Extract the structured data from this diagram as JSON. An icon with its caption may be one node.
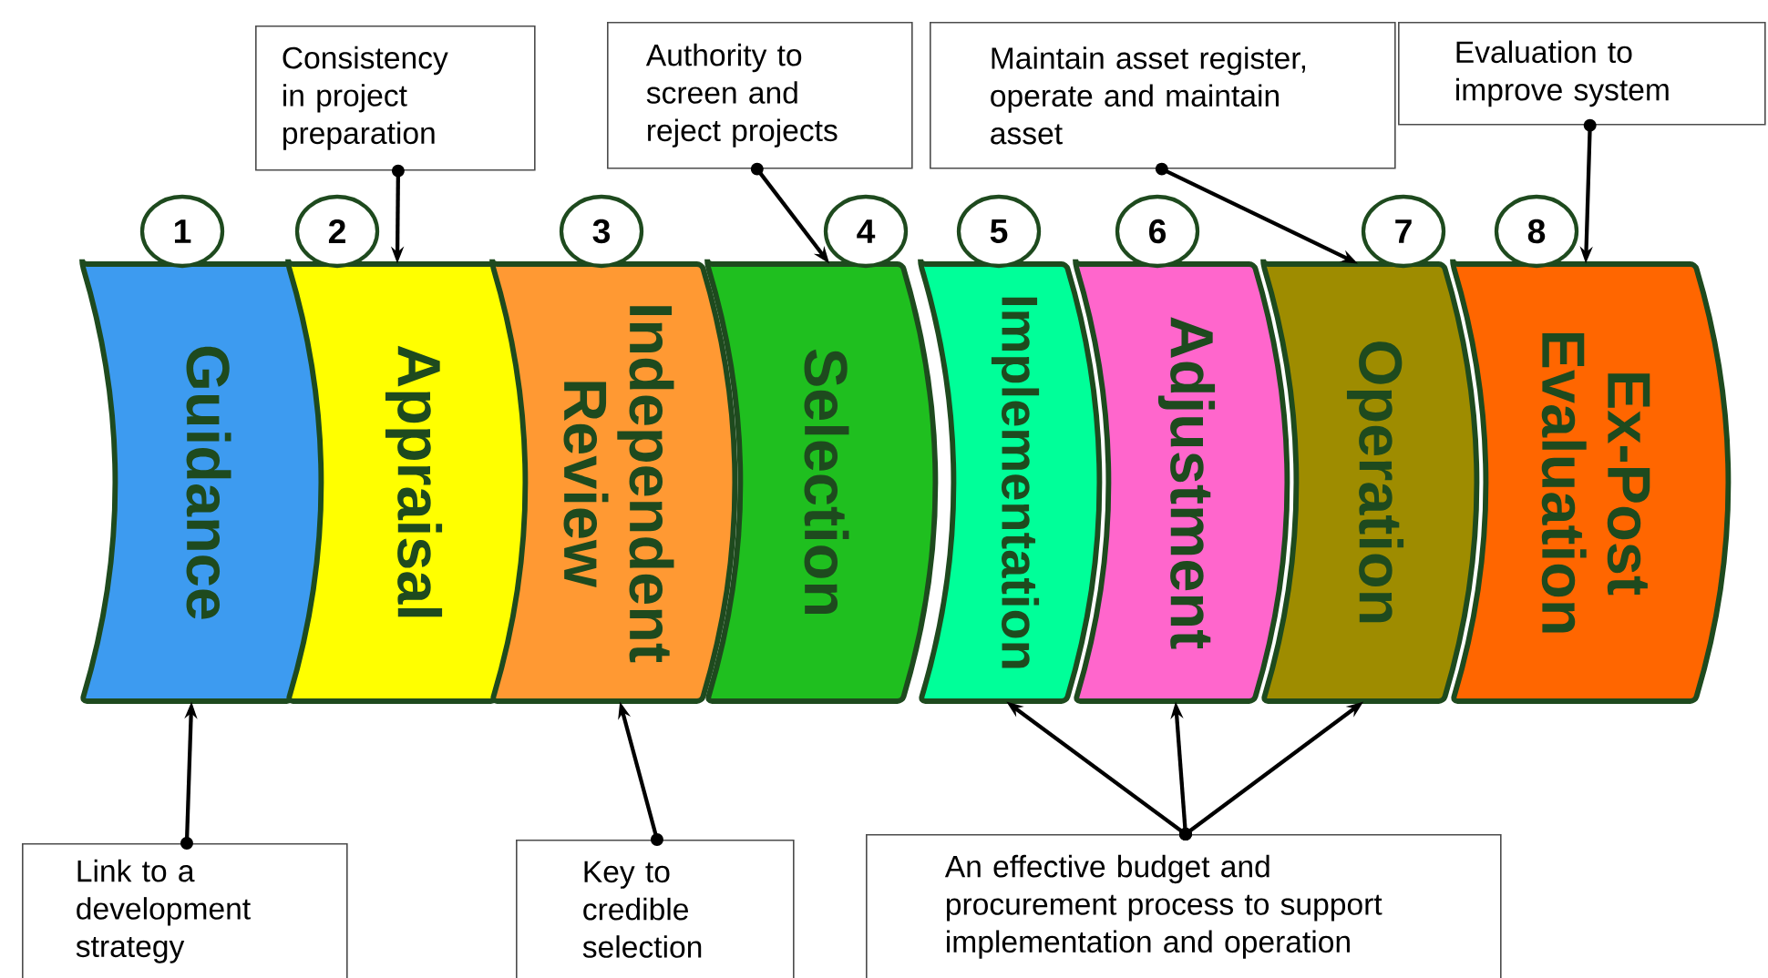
{
  "diagram": {
    "nodes": [
      {
        "text": [
          "Guidance"
        ]
      },
      {
        "text": [
          "Appraisal"
        ]
      },
      {
        "text": [
          "Independent Review"
        ]
      },
      {
        "text": [
          "Selection"
        ]
      },
      {
        "text": [
          "Implementation"
        ]
      },
      {
        "text": [
          "Adjustment"
        ]
      },
      {
        "text": [
          "Operation"
        ]
      },
      {
        "text": [
          "Ex-Post Evaluation"
        ]
      },
      {
        "text": [
          "1"
        ]
      },
      {
        "text": [
          "2"
        ]
      },
      {
        "text": [
          "3"
        ]
      },
      {
        "text": [
          "4"
        ]
      },
      {
        "text": [
          "5"
        ]
      },
      {
        "text": [
          "6"
        ]
      },
      {
        "text": [
          "7"
        ]
      },
      {
        "text": [
          "8"
        ]
      },
      {
        "text": [
          "Consistency in project preparation"
        ]
      },
      {
        "text": [
          "Authority to screen and reject projects"
        ]
      },
      {
        "text": [
          "Maintain asset register, operate and maintain asset"
        ]
      },
      {
        "text": [
          "Evaluation to improve system"
        ]
      },
      {
        "text": [
          "Link to a development strategy"
        ]
      },
      {
        "text": [
          "Key to credible selection"
        ]
      },
      {
        "text": [
          "An effective budget and procurement process to support implementation and operation"
        ]
      }
    ],
    "edges": [
      {
        "from": 16,
        "to": 1,
        "arrow": "to"
      },
      {
        "from": 17,
        "to": 3,
        "arrow": "to"
      },
      {
        "from": 18,
        "to": 6,
        "arrow": "to"
      },
      {
        "from": 19,
        "to": 7,
        "arrow": "to"
      },
      {
        "from": 20,
        "to": 0,
        "arrow": "to"
      },
      {
        "from": 21,
        "to": 2,
        "arrow": "to"
      },
      {
        "from": 22,
        "to": 4,
        "arrow": "to"
      },
      {
        "from": 22,
        "to": 5,
        "arrow": "to"
      },
      {
        "from": 22,
        "to": 6,
        "arrow": "to"
      }
    ]
  }
}
